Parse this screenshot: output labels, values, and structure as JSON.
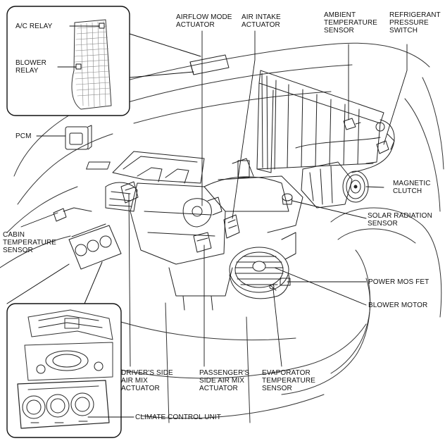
{
  "labels": {
    "ac_relay": [
      "A/C RELAY"
    ],
    "blower_relay": [
      "BLOWER",
      "RELAY"
    ],
    "pcm": [
      "PCM"
    ],
    "airflow_mode_actuator": [
      "AIRFLOW MODE",
      "ACTUATOR"
    ],
    "air_intake_actuator": [
      "AIR INTAKE",
      "ACTUATOR"
    ],
    "ambient_temperature_sensor": [
      "AMBIENT",
      "TEMPERATURE",
      "SENSOR"
    ],
    "refrigerant_pressure_switch": [
      "REFRIGERANT",
      "PRESSURE",
      "SWITCH"
    ],
    "magnetic_clutch": [
      "MAGNETIC",
      "CLUTCH"
    ],
    "solar_radiation_sensor": [
      "SOLAR RADIATION",
      "SENSOR"
    ],
    "cabin_temperature_sensor": [
      "CABIN",
      "TEMPERATURE",
      "SENSOR"
    ],
    "power_mos_fet": [
      "POWER MOS FET"
    ],
    "blower_motor": [
      "BLOWER MOTOR"
    ],
    "drivers_side_air_mix_actuator": [
      "DRIVER'S SIDE",
      "AIR MIX",
      "ACTUATOR"
    ],
    "passengers_side_air_mix_actuator": [
      "PASSENGER'S",
      "SIDE AIR MIX",
      "ACTUATOR"
    ],
    "evaporator_temperature_sensor": [
      "EVAPORATOR",
      "TEMPERATURE",
      "SENSOR"
    ],
    "climate_control_unit": [
      "CLIMATE CONTROL UNIT"
    ]
  }
}
